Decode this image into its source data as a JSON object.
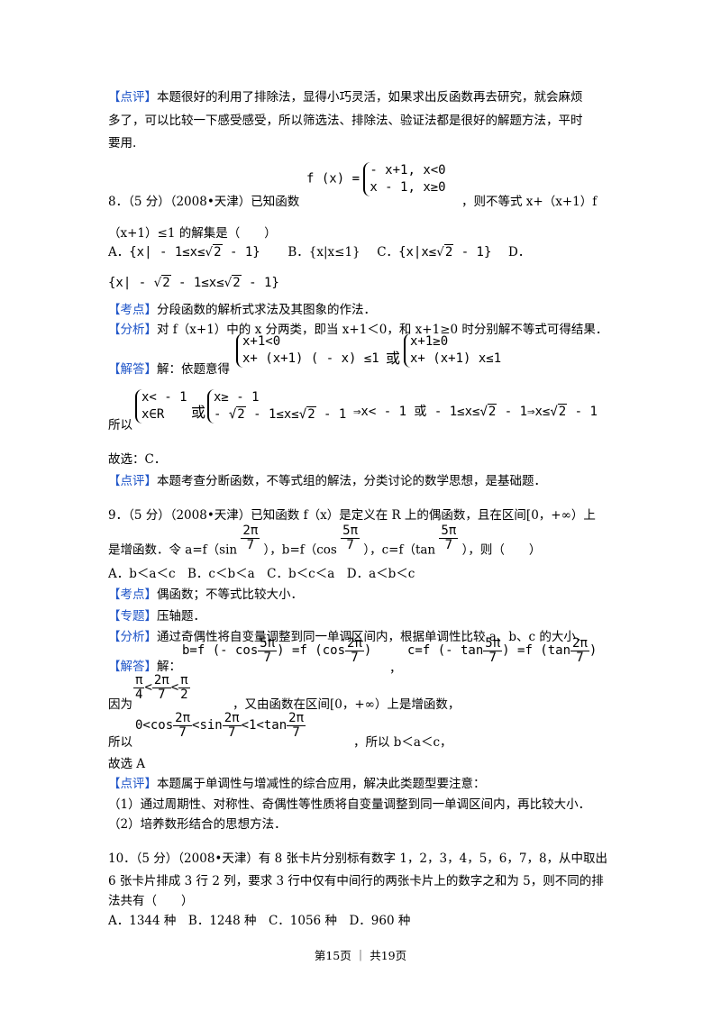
{
  "p7_review": {
    "tag": "【点评】",
    "line1": "本题很好的利用了排除法，显得小巧灵活，如果求出反函数再去研究，就会麻烦",
    "line2": "多了，可以比较一下感受感受，所以筛选法、排除法、验证法都是很好的解题方法，平时",
    "line3": "要用."
  },
  "q8": {
    "stem_a": "8．（5 分）（2008•天津）已知函数",
    "func_lhs": "f (x) =",
    "case1": "- x+1, x<0",
    "case2": "x - 1, x≥0",
    "stem_b": "，则不等式 x+（x+1）f",
    "stem_c": "（x+1）≤1 的解集是（　　）",
    "optA_label": "A．",
    "optA_pre": "{x| - 1≤x≤",
    "optA_rad": "2",
    "optA_post": " - 1}",
    "optB": "B．{x|x≤1}",
    "optC_label": "C．",
    "optC_pre": "{x|x≤",
    "optC_rad": "2",
    "optC_post": " - 1}",
    "optD_label": "D．",
    "optD_pre": "{x| - ",
    "optD_rad1": "2",
    "optD_mid": " - 1≤x≤",
    "optD_rad2": "2",
    "optD_post": " - 1}",
    "kaodian_tag": "【考点】",
    "kaodian": "分段函数的解析式求法及其图象的作法．",
    "fenxi_tag": "【分析】",
    "fenxi": "对 f（x+1）中的 x 分两类，即当 x+1＜0，和 x+1≥0 时分别解不等式可得结果．",
    "jieda_tag": "【解答】",
    "jieda": "解：依题意得",
    "sysA1": "x+1<0",
    "sysA2": "x+ (x+1)  ( - x) ≤1",
    "huo": "或",
    "sysB1": "x+1≥0",
    "sysB2": "x+ (x+1) x≤1",
    "suoyi": "所以",
    "sysC1": "x< - 1",
    "sysC2": "x∈R",
    "sysD1": "x≥ - 1",
    "sysD2_pre": "- ",
    "sysD2_rad1": "2",
    "sysD2_mid": " - 1≤x≤",
    "sysD2_rad2": "2",
    "sysD2_post": " - 1",
    "res_a": "⇒x< - 1 或 - 1≤x≤",
    "res_rad1": "2",
    "res_b": " - 1⇒x≤",
    "res_rad2": "2",
    "res_c": " - 1",
    "answer": "故选：C．",
    "review_tag": "【点评】",
    "review": "本题考查分断函数，不等式组的解法，分类讨论的数学思想，是基础题．"
  },
  "q9": {
    "stem1": "9．（5 分）（2008•天津）已知函数 f（x）是定义在 R 上的偶函数，且在区间[0，+∞）上",
    "stem2_a": "是增函数．令 a=f（sin",
    "stem2_b": "），b=f（cos",
    "stem2_c": "），c=f（tan",
    "stem2_d": "），则（　　）",
    "pi2": "2π",
    "pi5": "5π",
    "seven": "7",
    "options": "A．b＜a＜c　B．c＜b＜a　C．b＜c＜a　D．a＜b＜c",
    "kaodian_tag": "【考点】",
    "kaodian": "偶函数；不等式比较大小．",
    "zhuanti_tag": "【专题】",
    "zhuanti": "压轴题．",
    "fenxi_tag": "【分析】",
    "fenxi": "通过奇偶性将自变量调整到同一单调区间内，根据单调性比较 a、b、c 的大小．",
    "jieda_tag": "【解答】",
    "jieda": "解：",
    "b_eq_a": "b=f (- cos",
    "b_eq_b": ") =f (cos",
    "b_eq_c": ")",
    "comma": "，",
    "c_eq_a": "c=f (- tan",
    "c_eq_b": ") =f (tan",
    "c_eq_c": ")",
    "yinwei": "因为",
    "pi": "π",
    "four": "4",
    "two": "2",
    "lt": "<",
    "yinwei_tail": "，又由函数在区间[0，+∞）上是增函数，",
    "suoyi": "所以",
    "ineq_a": "0<cos",
    "ineq_b": "<sin",
    "ineq_c": "<1<tan",
    "suoyi_tail": "，所以 b＜a＜c，",
    "answer": "故选 A",
    "review_tag": "【点评】",
    "review": "本题属于单调性与增减性的综合应用，解决此类题型要注意：",
    "note1": "（1）通过周期性、对称性、奇偶性等性质将自变量调整到同一单调区间内，再比较大小．",
    "note2": "（2）培养数形结合的思想方法．"
  },
  "q10": {
    "line1": "10．（5 分）（2008•天津）有 8 张卡片分别标有数字 1，2，3，4，5，6，7，8，从中取出",
    "line2": "6 张卡片排成 3 行 2 列，要求 3 行中仅有中间行的两张卡片上的数字之和为 5，则不同的排",
    "line3": "法共有（　　）",
    "options": "A．1344 种　B．1248 种　C．1056 种　D．960 种"
  },
  "footer": {
    "text": "第15页 ｜ 共19页"
  },
  "colors": {
    "tag": "#1f55c8",
    "text": "#000000",
    "background": "#ffffff"
  }
}
